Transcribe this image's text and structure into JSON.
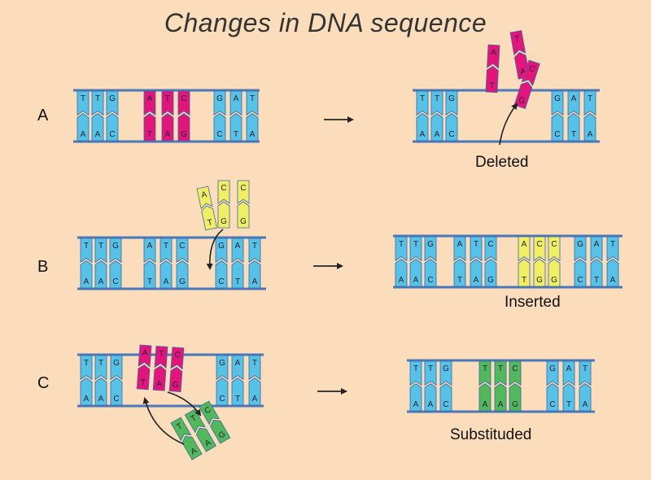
{
  "title": "Changes in DNA sequence",
  "rows": [
    {
      "label": "A",
      "caption": "Deleted"
    },
    {
      "label": "B",
      "caption": "Inserted"
    },
    {
      "label": "C",
      "caption": "Substituded"
    }
  ],
  "colors": {
    "background": "#fbdcbb",
    "backbone": "#4a78b8",
    "normal": "#56c2e8",
    "deleted": "#e3147c",
    "inserted": "#f0ee62",
    "substituted": "#52b85c",
    "arrow": "#222222"
  },
  "original_sequence": {
    "top": [
      "T",
      "T",
      "G",
      "A",
      "T",
      "C",
      "G",
      "A",
      "T"
    ],
    "bottom": [
      "A",
      "A",
      "C",
      "T",
      "A",
      "G",
      "C",
      "T",
      "A"
    ]
  },
  "deleted_segment": {
    "top": [
      "A",
      "T",
      "C"
    ],
    "bottom": [
      "T",
      "A",
      "G"
    ]
  },
  "inserted_segment": {
    "top": [
      "A",
      "C",
      "C"
    ],
    "bottom": [
      "T",
      "G",
      "G"
    ]
  },
  "substituted_segment": {
    "top": [
      "T",
      "T",
      "C"
    ],
    "bottom": [
      "A",
      "A",
      "G"
    ]
  }
}
